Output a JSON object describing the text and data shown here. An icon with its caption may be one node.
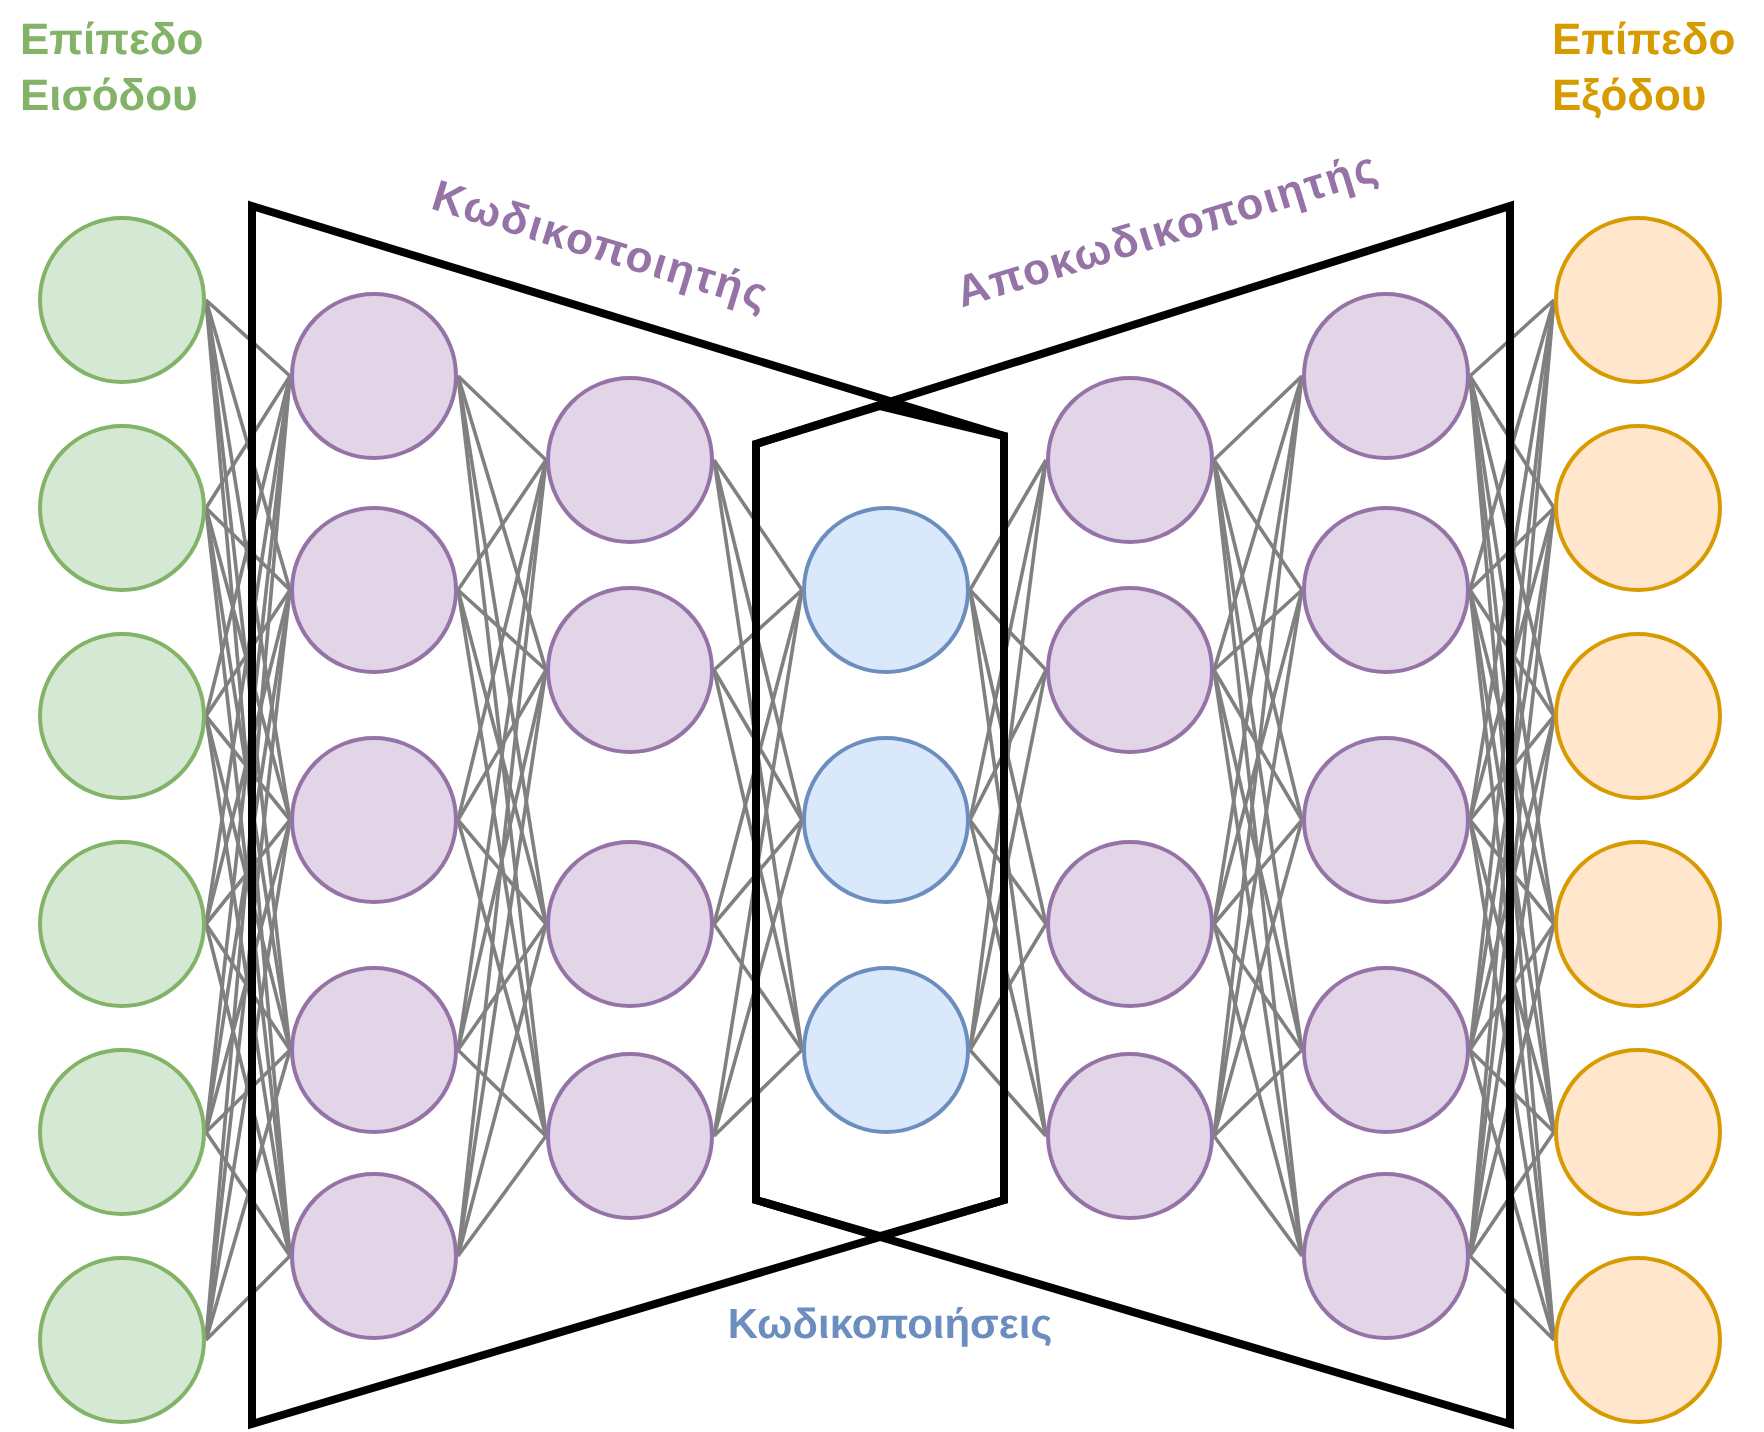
{
  "diagram": {
    "nodes": [
      {
        "text": [
          "Κωδικοποιητής"
        ]
      },
      {
        "text": [
          "Αποκωδικοποιητής"
        ]
      },
      {
        "text": [
          "Κωδικοποιήσεις"
        ]
      },
      {
        "text": [],
        "shape": "circle"
      },
      {
        "text": [],
        "shape": "circle"
      },
      {
        "text": [],
        "shape": "circle"
      },
      {
        "text": [],
        "shape": "circle"
      },
      {
        "text": [],
        "shape": "circle"
      },
      {
        "text": [],
        "shape": "circle"
      },
      {
        "text": [],
        "shape": "circle",
        "in": 0
      },
      {
        "text": [],
        "shape": "circle",
        "in": 0
      },
      {
        "text": [],
        "shape": "circle",
        "in": 0
      },
      {
        "text": [],
        "shape": "circle",
        "in": 0
      },
      {
        "text": [],
        "shape": "circle",
        "in": 0
      },
      {
        "text": [],
        "shape": "circle",
        "in": 0
      },
      {
        "text": [],
        "shape": "circle",
        "in": 0
      },
      {
        "text": [],
        "shape": "circle",
        "in": 0
      },
      {
        "text": [],
        "shape": "circle",
        "in": 0
      },
      {
        "text": [],
        "shape": "circle",
        "in": 2
      },
      {
        "text": [],
        "shape": "circle",
        "in": 2
      },
      {
        "text": [],
        "shape": "circle",
        "in": 2
      },
      {
        "text": [],
        "shape": "circle",
        "in": 1
      },
      {
        "text": [],
        "shape": "circle",
        "in": 1
      },
      {
        "text": [],
        "shape": "circle",
        "in": 1
      },
      {
        "text": [],
        "shape": "circle",
        "in": 1
      },
      {
        "text": [],
        "shape": "circle",
        "in": 1
      },
      {
        "text": [],
        "shape": "circle",
        "in": 1
      },
      {
        "text": [],
        "shape": "circle",
        "in": 1
      },
      {
        "text": [],
        "shape": "circle",
        "in": 1
      },
      {
        "text": [],
        "shape": "circle",
        "in": 1
      },
      {
        "text": [],
        "shape": "circle"
      },
      {
        "text": [],
        "shape": "circle"
      },
      {
        "text": [],
        "shape": "circle"
      },
      {
        "text": [],
        "shape": "circle"
      },
      {
        "text": [],
        "shape": "circle"
      },
      {
        "text": [],
        "shape": "circle"
      }
    ],
    "edges": [
      {
        "from": 3,
        "to": 9,
        "arrow": "none"
      },
      {
        "from": 3,
        "to": 10,
        "arrow": "none"
      },
      {
        "from": 3,
        "to": 11,
        "arrow": "none"
      },
      {
        "from": 3,
        "to": 12,
        "arrow": "none"
      },
      {
        "from": 3,
        "to": 13,
        "arrow": "none"
      },
      {
        "from": 4,
        "to": 9,
        "arrow": "none"
      },
      {
        "from": 4,
        "to": 10,
        "arrow": "none"
      },
      {
        "from": 4,
        "to": 11,
        "arrow": "none"
      },
      {
        "from": 4,
        "to": 12,
        "arrow": "none"
      },
      {
        "from": 4,
        "to": 13,
        "arrow": "none"
      },
      {
        "from": 5,
        "to": 9,
        "arrow": "none"
      },
      {
        "from": 5,
        "to": 10,
        "arrow": "none"
      },
      {
        "from": 5,
        "to": 11,
        "arrow": "none"
      },
      {
        "from": 5,
        "to": 12,
        "arrow": "none"
      },
      {
        "from": 5,
        "to": 13,
        "arrow": "none"
      },
      {
        "from": 6,
        "to": 9,
        "arrow": "none"
      },
      {
        "from": 6,
        "to": 10,
        "arrow": "none"
      },
      {
        "from": 6,
        "to": 11,
        "arrow": "none"
      },
      {
        "from": 6,
        "to": 12,
        "arrow": "none"
      },
      {
        "from": 6,
        "to": 13,
        "arrow": "none"
      },
      {
        "from": 7,
        "to": 9,
        "arrow": "none"
      },
      {
        "from": 7,
        "to": 10,
        "arrow": "none"
      },
      {
        "from": 7,
        "to": 11,
        "arrow": "none"
      },
      {
        "from": 7,
        "to": 12,
        "arrow": "none"
      },
      {
        "from": 7,
        "to": 13,
        "arrow": "none"
      },
      {
        "from": 8,
        "to": 9,
        "arrow": "none"
      },
      {
        "from": 8,
        "to": 10,
        "arrow": "none"
      },
      {
        "from": 8,
        "to": 11,
        "arrow": "none"
      },
      {
        "from": 8,
        "to": 12,
        "arrow": "none"
      },
      {
        "from": 8,
        "to": 13,
        "arrow": "none"
      },
      {
        "from": 9,
        "to": 14,
        "arrow": "none"
      },
      {
        "from": 9,
        "to": 15,
        "arrow": "none"
      },
      {
        "from": 9,
        "to": 16,
        "arrow": "none"
      },
      {
        "from": 9,
        "to": 17,
        "arrow": "none"
      },
      {
        "from": 10,
        "to": 14,
        "arrow": "none"
      },
      {
        "from": 10,
        "to": 15,
        "arrow": "none"
      },
      {
        "from": 10,
        "to": 16,
        "arrow": "none"
      },
      {
        "from": 10,
        "to": 17,
        "arrow": "none"
      },
      {
        "from": 11,
        "to": 14,
        "arrow": "none"
      },
      {
        "from": 11,
        "to": 15,
        "arrow": "none"
      },
      {
        "from": 11,
        "to": 16,
        "arrow": "none"
      },
      {
        "from": 11,
        "to": 17,
        "arrow": "none"
      },
      {
        "from": 12,
        "to": 14,
        "arrow": "none"
      },
      {
        "from": 12,
        "to": 15,
        "arrow": "none"
      },
      {
        "from": 12,
        "to": 16,
        "arrow": "none"
      },
      {
        "from": 12,
        "to": 17,
        "arrow": "none"
      },
      {
        "from": 13,
        "to": 14,
        "arrow": "none"
      },
      {
        "from": 13,
        "to": 15,
        "arrow": "none"
      },
      {
        "from": 13,
        "to": 16,
        "arrow": "none"
      },
      {
        "from": 13,
        "to": 17,
        "arrow": "none"
      },
      {
        "from": 14,
        "to": 18,
        "arrow": "none"
      },
      {
        "from": 14,
        "to": 19,
        "arrow": "none"
      },
      {
        "from": 14,
        "to": 20,
        "arrow": "none"
      },
      {
        "from": 15,
        "to": 18,
        "arrow": "none"
      },
      {
        "from": 15,
        "to": 19,
        "arrow": "none"
      },
      {
        "from": 15,
        "to": 20,
        "arrow": "none"
      },
      {
        "from": 16,
        "to": 18,
        "arrow": "none"
      },
      {
        "from": 16,
        "to": 19,
        "arrow": "none"
      },
      {
        "from": 16,
        "to": 20,
        "arrow": "none"
      },
      {
        "from": 17,
        "to": 18,
        "arrow": "none"
      },
      {
        "from": 17,
        "to": 19,
        "arrow": "none"
      },
      {
        "from": 17,
        "to": 20,
        "arrow": "none"
      },
      {
        "from": 18,
        "to": 21,
        "arrow": "none"
      },
      {
        "from": 18,
        "to": 22,
        "arrow": "none"
      },
      {
        "from": 18,
        "to": 23,
        "arrow": "none"
      },
      {
        "from": 18,
        "to": 24,
        "arrow": "none"
      },
      {
        "from": 19,
        "to": 21,
        "arrow": "none"
      },
      {
        "from": 19,
        "to": 22,
        "arrow": "none"
      },
      {
        "from": 19,
        "to": 23,
        "arrow": "none"
      },
      {
        "from": 19,
        "to": 24,
        "arrow": "none"
      },
      {
        "from": 20,
        "to": 21,
        "arrow": "none"
      },
      {
        "from": 20,
        "to": 22,
        "arrow": "none"
      },
      {
        "from": 20,
        "to": 23,
        "arrow": "none"
      },
      {
        "from": 20,
        "to": 24,
        "arrow": "none"
      },
      {
        "from": 21,
        "to": 25,
        "arrow": "none"
      },
      {
        "from": 21,
        "to": 26,
        "arrow": "none"
      },
      {
        "from": 21,
        "to": 27,
        "arrow": "none"
      },
      {
        "from": 21,
        "to": 28,
        "arrow": "none"
      },
      {
        "from": 21,
        "to": 29,
        "arrow": "none"
      },
      {
        "from": 22,
        "to": 25,
        "arrow": "none"
      },
      {
        "from": 22,
        "to": 26,
        "arrow": "none"
      },
      {
        "from": 22,
        "to": 27,
        "arrow": "none"
      },
      {
        "from": 22,
        "to": 28,
        "arrow": "none"
      },
      {
        "from": 22,
        "to": 29,
        "arrow": "none"
      },
      {
        "from": 23,
        "to": 25,
        "arrow": "none"
      },
      {
        "from": 23,
        "to": 26,
        "arrow": "none"
      },
      {
        "from": 23,
        "to": 27,
        "arrow": "none"
      },
      {
        "from": 23,
        "to": 28,
        "arrow": "none"
      },
      {
        "from": 23,
        "to": 29,
        "arrow": "none"
      },
      {
        "from": 24,
        "to": 25,
        "arrow": "none"
      },
      {
        "from": 24,
        "to": 26,
        "arrow": "none"
      },
      {
        "from": 24,
        "to": 27,
        "arrow": "none"
      },
      {
        "from": 24,
        "to": 28,
        "arrow": "none"
      },
      {
        "from": 24,
        "to": 29,
        "arrow": "none"
      },
      {
        "from": 25,
        "to": 30,
        "arrow": "none"
      },
      {
        "from": 25,
        "to": 31,
        "arrow": "none"
      },
      {
        "from": 25,
        "to": 32,
        "arrow": "none"
      },
      {
        "from": 25,
        "to": 33,
        "arrow": "none"
      },
      {
        "from": 25,
        "to": 34,
        "arrow": "none"
      },
      {
        "from": 25,
        "to": 35,
        "arrow": "none"
      },
      {
        "from": 26,
        "to": 30,
        "arrow": "none"
      },
      {
        "from": 26,
        "to": 31,
        "arrow": "none"
      },
      {
        "from": 26,
        "to": 32,
        "arrow": "none"
      },
      {
        "from": 26,
        "to": 33,
        "arrow": "none"
      },
      {
        "from": 26,
        "to": 34,
        "arrow": "none"
      },
      {
        "from": 26,
        "to": 35,
        "arrow": "none"
      },
      {
        "from": 27,
        "to": 30,
        "arrow": "none"
      },
      {
        "from": 27,
        "to": 31,
        "arrow": "none"
      },
      {
        "from": 27,
        "to": 32,
        "arrow": "none"
      },
      {
        "from": 27,
        "to": 33,
        "arrow": "none"
      },
      {
        "from": 27,
        "to": 34,
        "arrow": "none"
      },
      {
        "from": 27,
        "to": 35,
        "arrow": "none"
      },
      {
        "from": 28,
        "to": 30,
        "arrow": "none"
      },
      {
        "from": 28,
        "to": 31,
        "arrow": "none"
      },
      {
        "from": 28,
        "to": 32,
        "arrow": "none"
      },
      {
        "from": 28,
        "to": 33,
        "arrow": "none"
      },
      {
        "from": 28,
        "to": 34,
        "arrow": "none"
      },
      {
        "from": 28,
        "to": 35,
        "arrow": "none"
      },
      {
        "from": 29,
        "to": 30,
        "arrow": "none"
      },
      {
        "from": 29,
        "to": 31,
        "arrow": "none"
      },
      {
        "from": 29,
        "to": 32,
        "arrow": "none"
      },
      {
        "from": 29,
        "to": 33,
        "arrow": "none"
      },
      {
        "from": 29,
        "to": 34,
        "arrow": "none"
      },
      {
        "from": 29,
        "to": 35,
        "arrow": "none"
      }
    ],
    "labels": [
      "Επίπεδο Εισόδου",
      "Επίπεδο Εξόδου"
    ]
  }
}
